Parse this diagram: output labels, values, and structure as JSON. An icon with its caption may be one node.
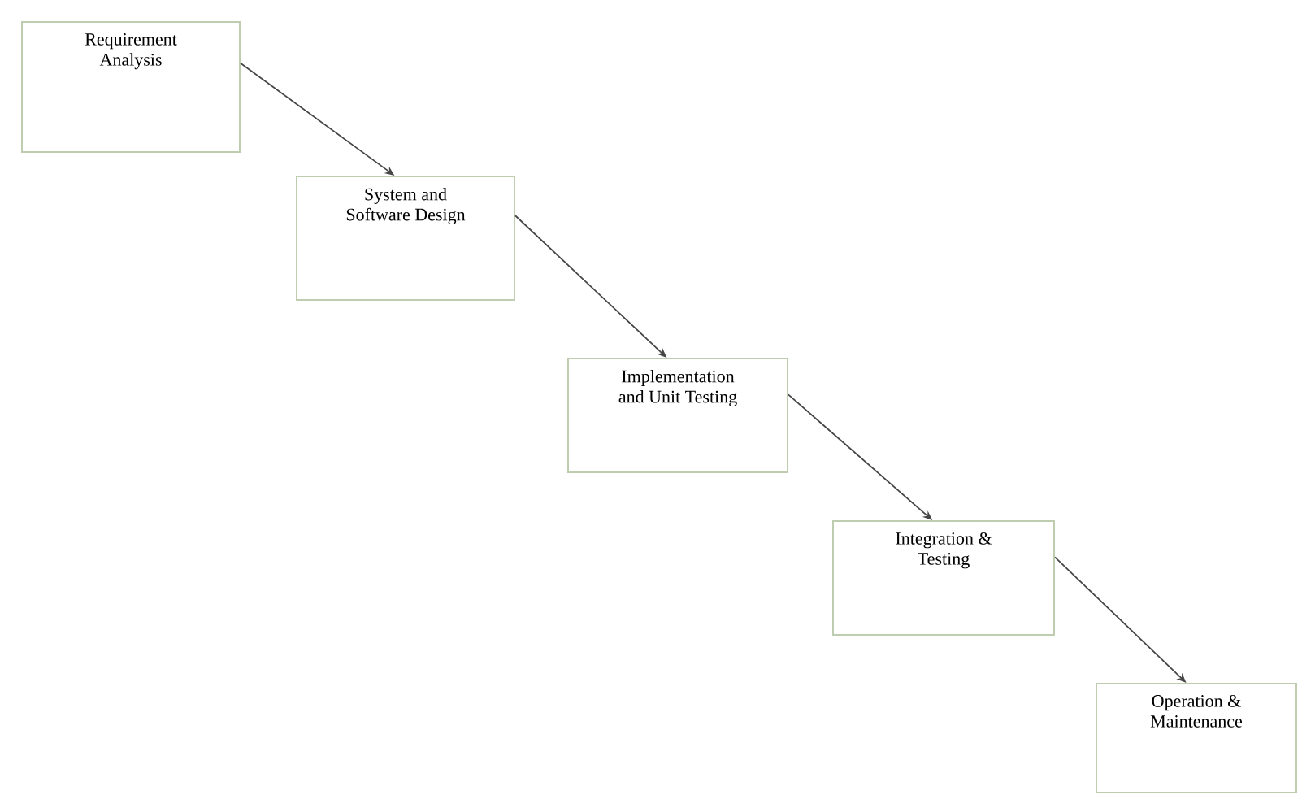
{
  "diagram": {
    "nodes": [
      {
        "text": [
          "Requirement Analysis"
        ]
      },
      {
        "text": [
          "System and Software Design"
        ]
      },
      {
        "text": [
          "Implementation and Unit Testing"
        ]
      },
      {
        "text": [
          "Integration & Testing"
        ]
      },
      {
        "text": [
          "Operation & Maintenance"
        ]
      }
    ],
    "edges": [
      {
        "from": 0,
        "to": 1,
        "arrow": "to"
      },
      {
        "from": 1,
        "to": 2,
        "arrow": "to"
      },
      {
        "from": 2,
        "to": 3,
        "arrow": "to"
      },
      {
        "from": 3,
        "to": 4,
        "arrow": "to"
      }
    ]
  }
}
